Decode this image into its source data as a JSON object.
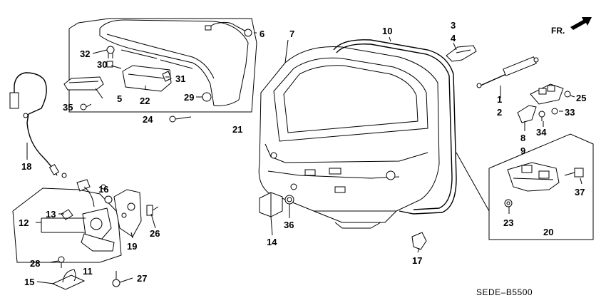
{
  "direction_label": "FR.",
  "reference_code": "SEDE–B5500",
  "callouts": [
    {
      "key": "1",
      "label": "1"
    },
    {
      "key": "2",
      "label": "2"
    },
    {
      "key": "3",
      "label": "3"
    },
    {
      "key": "4",
      "label": "4"
    },
    {
      "key": "5",
      "label": "5"
    },
    {
      "key": "6",
      "label": "6"
    },
    {
      "key": "7",
      "label": "7"
    },
    {
      "key": "8",
      "label": "8"
    },
    {
      "key": "9",
      "label": "9"
    },
    {
      "key": "10",
      "label": "10"
    },
    {
      "key": "11",
      "label": "11"
    },
    {
      "key": "12",
      "label": "12"
    },
    {
      "key": "13",
      "label": "13"
    },
    {
      "key": "14",
      "label": "14"
    },
    {
      "key": "15",
      "label": "15"
    },
    {
      "key": "16",
      "label": "16"
    },
    {
      "key": "17",
      "label": "17"
    },
    {
      "key": "18",
      "label": "18"
    },
    {
      "key": "19",
      "label": "19"
    },
    {
      "key": "20",
      "label": "20"
    },
    {
      "key": "21",
      "label": "21"
    },
    {
      "key": "22",
      "label": "22"
    },
    {
      "key": "23",
      "label": "23"
    },
    {
      "key": "24",
      "label": "24"
    },
    {
      "key": "25",
      "label": "25"
    },
    {
      "key": "26",
      "label": "26"
    },
    {
      "key": "27",
      "label": "27"
    },
    {
      "key": "28",
      "label": "28"
    },
    {
      "key": "29",
      "label": "29"
    },
    {
      "key": "30",
      "label": "30"
    },
    {
      "key": "31",
      "label": "31"
    },
    {
      "key": "32",
      "label": "32"
    },
    {
      "key": "33",
      "label": "33"
    },
    {
      "key": "34",
      "label": "34"
    },
    {
      "key": "35",
      "label": "35"
    },
    {
      "key": "36",
      "label": "36"
    },
    {
      "key": "37",
      "label": "37"
    }
  ]
}
